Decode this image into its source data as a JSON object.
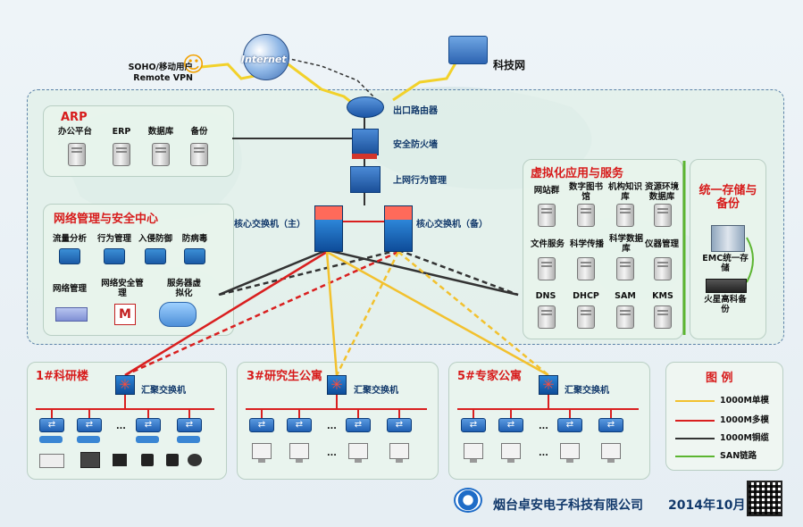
{
  "top": {
    "soho_label": "SOHO/移动用户",
    "remote_vpn": "Remote VPN",
    "internet_label": "Internet",
    "keji_net": "科技网"
  },
  "core": {
    "router": "出口路由器",
    "firewall": "安全防火墙",
    "behavior": "上网行为管理",
    "core_main": "核心交换机（主）",
    "core_backup": "核心交换机（备）"
  },
  "arp": {
    "title": "ARP",
    "items": [
      "办公平台",
      "ERP",
      "数据库",
      "备份"
    ]
  },
  "netmgmt": {
    "title": "网络管理与安全中心",
    "row1": [
      "流量分析",
      "行为管理",
      "入侵防御",
      "防病毒"
    ],
    "row2": [
      "网络管理",
      "网络安全管理",
      "服务器虚拟化"
    ]
  },
  "virt": {
    "title": "虚拟化应用与服务",
    "row1": [
      "网站群",
      "数字图书馆",
      "机构知识库",
      "资源环境数据库"
    ],
    "row2": [
      "文件服务",
      "科学传播",
      "科学数据库",
      "仪器管理"
    ],
    "row3": [
      "DNS",
      "DHCP",
      "SAM",
      "KMS"
    ]
  },
  "storage": {
    "title": "统一存储与备份",
    "emc": "EMC统一存储",
    "mars": "火星高科备份"
  },
  "buildings": [
    {
      "title": "1#科研楼",
      "switch": "汇聚交换机"
    },
    {
      "title": "3#研究生公寓",
      "switch": "汇聚交换机"
    },
    {
      "title": "5#专家公寓",
      "switch": "汇聚交换机"
    }
  ],
  "legend": {
    "title": "图 例",
    "items": [
      {
        "label": "1000M单模",
        "color": "#f2c12e"
      },
      {
        "label": "1000M多模",
        "color": "#d91f1f"
      },
      {
        "label": "1000M铜缆",
        "color": "#333333"
      },
      {
        "label": "SAN链路",
        "color": "#5cb531"
      }
    ]
  },
  "footer": {
    "company": "烟台卓安电子科技有限公司",
    "date": "2014年10月"
  },
  "colors": {
    "accent_red": "#d71b1b",
    "navy": "#12396b"
  },
  "ellipsis": "..."
}
